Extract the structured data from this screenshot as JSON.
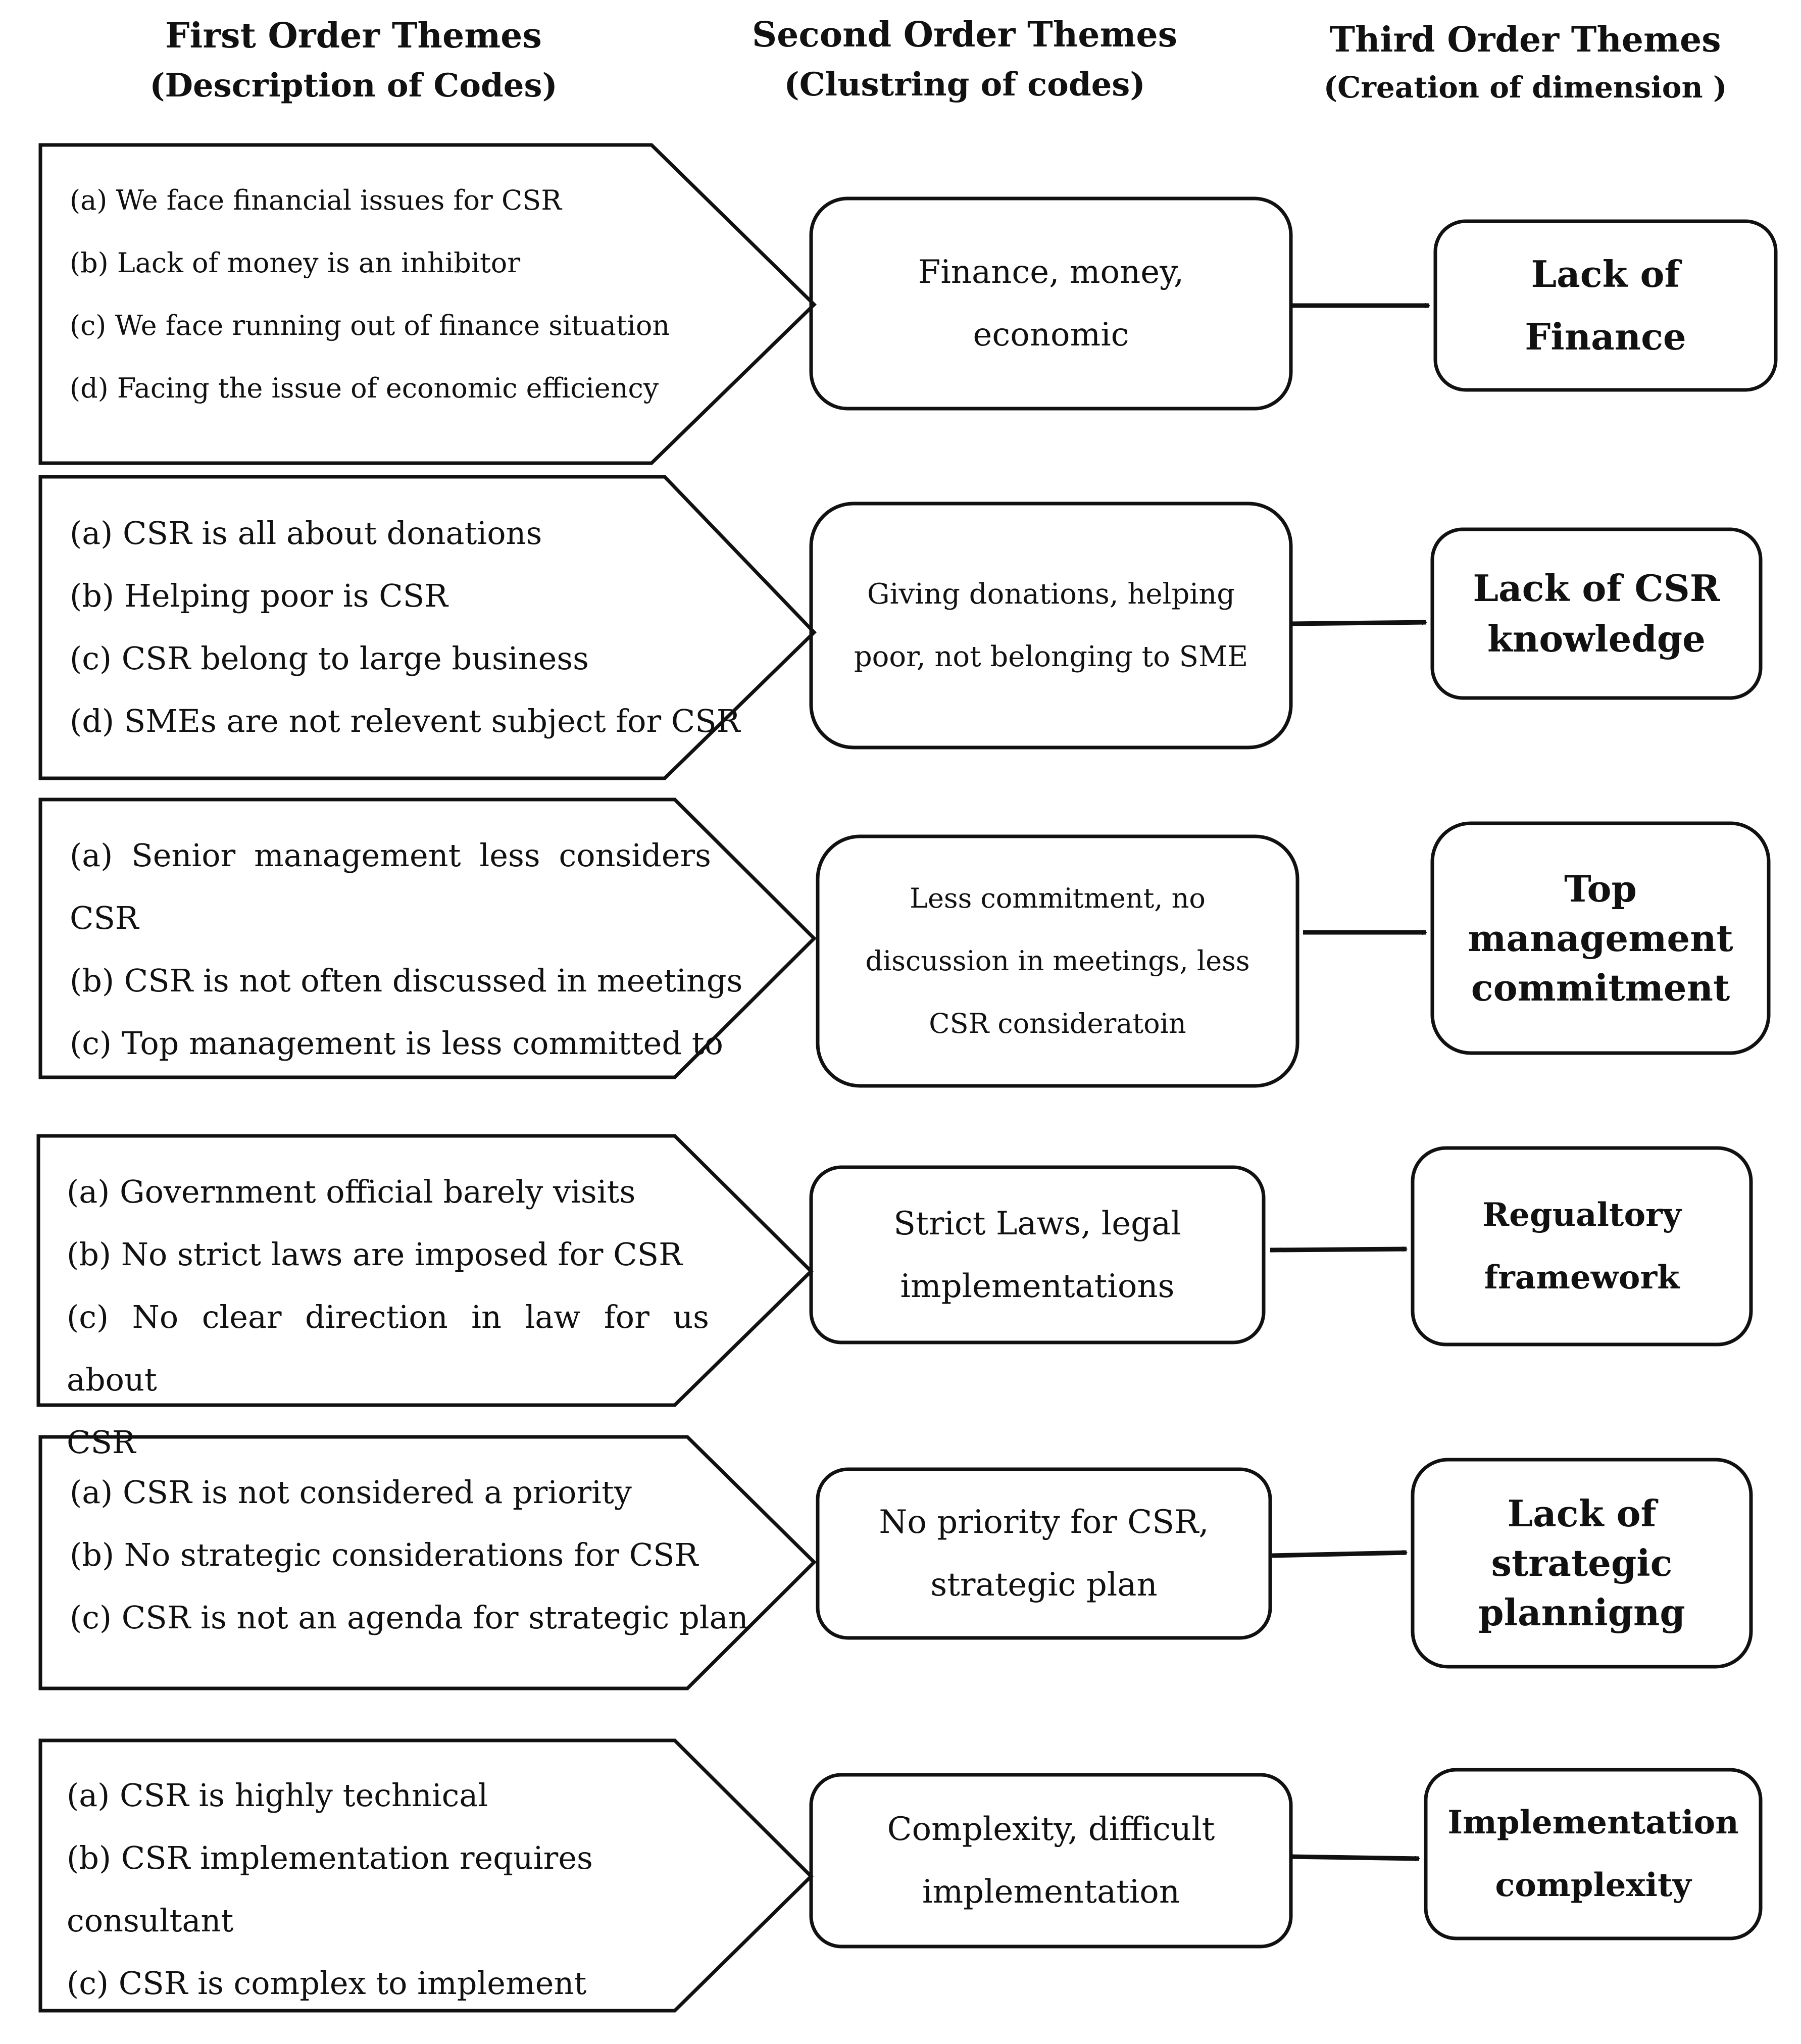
{
  "headers": {
    "first": {
      "title": "First Order Themes",
      "subtitle": "(Description of Codes)"
    },
    "second": {
      "title": "Second Order Themes",
      "subtitle": "(Clustring of codes)"
    },
    "third": {
      "title": "Third Order Themes",
      "subtitle": "(Creation of dimension )"
    }
  },
  "rows": [
    {
      "first": [
        "(a) We face financial issues for CSR",
        "(b) Lack of money is an inhibitor",
        "(c) We face running out of finance situation",
        "(d) Facing the issue of economic efficiency"
      ],
      "second": [
        "Finance, money,",
        "economic"
      ],
      "third": [
        "Lack of",
        "Finance"
      ]
    },
    {
      "first": [
        "(a) CSR is all about donations",
        "(b) Helping poor is CSR",
        "(c) CSR belong to large business",
        "(d) SMEs are not relevent subject for CSR"
      ],
      "second": [
        "Giving donations, helping",
        "poor, not belonging to SME"
      ],
      "third": [
        "Lack of CSR",
        "knowledge"
      ]
    },
    {
      "first": [
        "(a) Senior management less considers",
        "CSR",
        "(b) CSR is not often discussed in meetings",
        "(c) Top management is less committed to"
      ],
      "second": [
        "Less commitment, no",
        "discussion in meetings, less",
        "CSR consideratoin"
      ],
      "third": [
        "Top",
        "management",
        "commitment"
      ]
    },
    {
      "first": [
        "(a) Government official barely visits",
        "(b) No strict laws are imposed for CSR",
        "(c) No clear direction in law for us about",
        "CSR"
      ],
      "second": [
        "Strict Laws, legal",
        "implementations"
      ],
      "third": [
        "Regualtory",
        "framework"
      ]
    },
    {
      "first": [
        "(a) CSR is not considered a priority",
        "(b) No strategic considerations for CSR",
        "(c) CSR is not an agenda for strategic plan"
      ],
      "second": [
        "No priority for CSR,",
        "strategic plan"
      ],
      "third": [
        "Lack of",
        "strategic",
        "plannigng"
      ]
    },
    {
      "first": [
        "(a) CSR is highly technical",
        "(b) CSR implementation requires",
        "consultant",
        "(c) CSR is complex to implement"
      ],
      "second": [
        "Complexity, difficult",
        "implementation"
      ],
      "third": [
        "Implementation",
        "complexity"
      ]
    }
  ]
}
